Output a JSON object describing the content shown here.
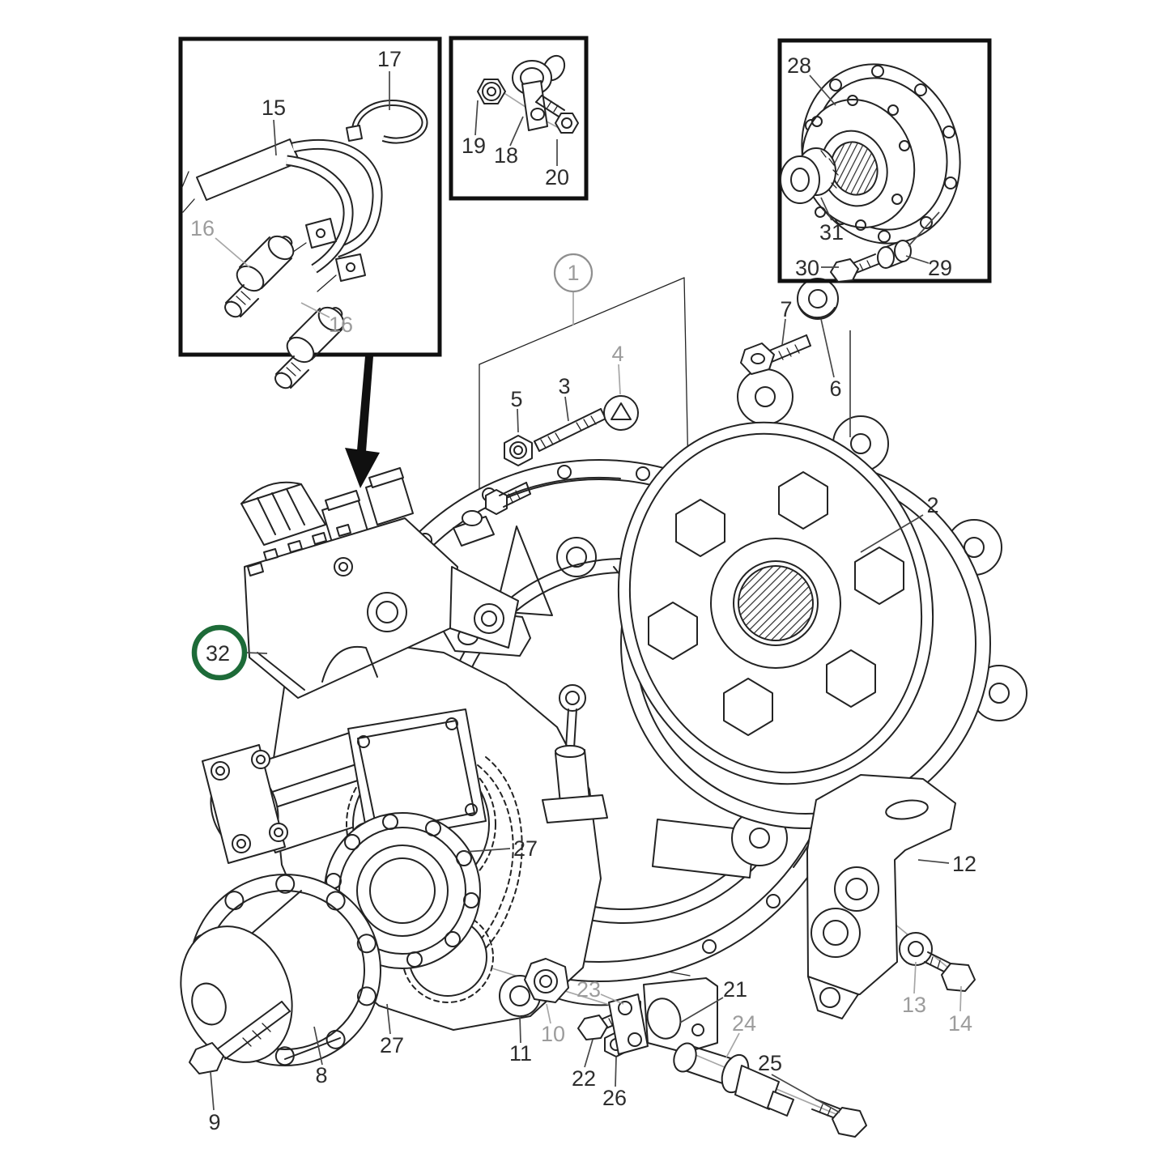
{
  "meta": {
    "description": "Exploded-view spare parts line diagram of a marine transmission / reverse gear with numbered part callouts",
    "highlighted_part": "32"
  },
  "palette": {
    "background": "#ffffff",
    "line": "#232323",
    "label": "#2d2d2d",
    "label_muted": "#9c9c9c",
    "highlight": "#1d6b38",
    "callout_ring_muted": "#8f8f8f"
  },
  "callouts": {
    "c1": {
      "label": "1"
    },
    "c2": {
      "label": "2"
    },
    "c3": {
      "label": "3"
    },
    "c4": {
      "label": "4"
    },
    "c5": {
      "label": "5"
    },
    "c6": {
      "label": "6"
    },
    "c7": {
      "label": "7"
    },
    "c8": {
      "label": "8"
    },
    "c9": {
      "label": "9"
    },
    "c10": {
      "label": "10"
    },
    "c11": {
      "label": "11"
    },
    "c12": {
      "label": "12"
    },
    "c13": {
      "label": "13"
    },
    "c14": {
      "label": "14"
    },
    "c15": {
      "label": "15"
    },
    "c16a": {
      "label": "16"
    },
    "c16b": {
      "label": "16"
    },
    "c17": {
      "label": "17"
    },
    "c18": {
      "label": "18"
    },
    "c19": {
      "label": "19"
    },
    "c20": {
      "label": "20"
    },
    "c21": {
      "label": "21"
    },
    "c22": {
      "label": "22"
    },
    "c23": {
      "label": "23"
    },
    "c24": {
      "label": "24"
    },
    "c25": {
      "label": "25"
    },
    "c26": {
      "label": "26"
    },
    "c27a": {
      "label": "27"
    },
    "c27b": {
      "label": "27"
    },
    "c28": {
      "label": "28"
    },
    "c29": {
      "label": "29"
    },
    "c30": {
      "label": "30"
    },
    "c31": {
      "label": "31"
    },
    "c32": {
      "label": "32"
    }
  }
}
